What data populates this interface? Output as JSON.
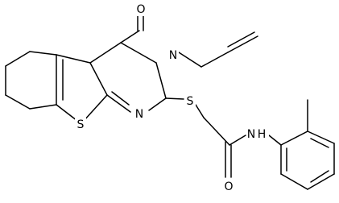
{
  "diagram": {
    "type": "chemical-structure",
    "atoms": {
      "oxygen_carbonyl_ring": "O",
      "nitrogen_ring_3": "N",
      "sulfur_thiophene": "S",
      "nitrogen_ring_1": "N",
      "sulfur_thioether": "S",
      "nitrogen_amide": "N",
      "hydrogen_amide": "H",
      "oxygen_amide": "O"
    }
  }
}
